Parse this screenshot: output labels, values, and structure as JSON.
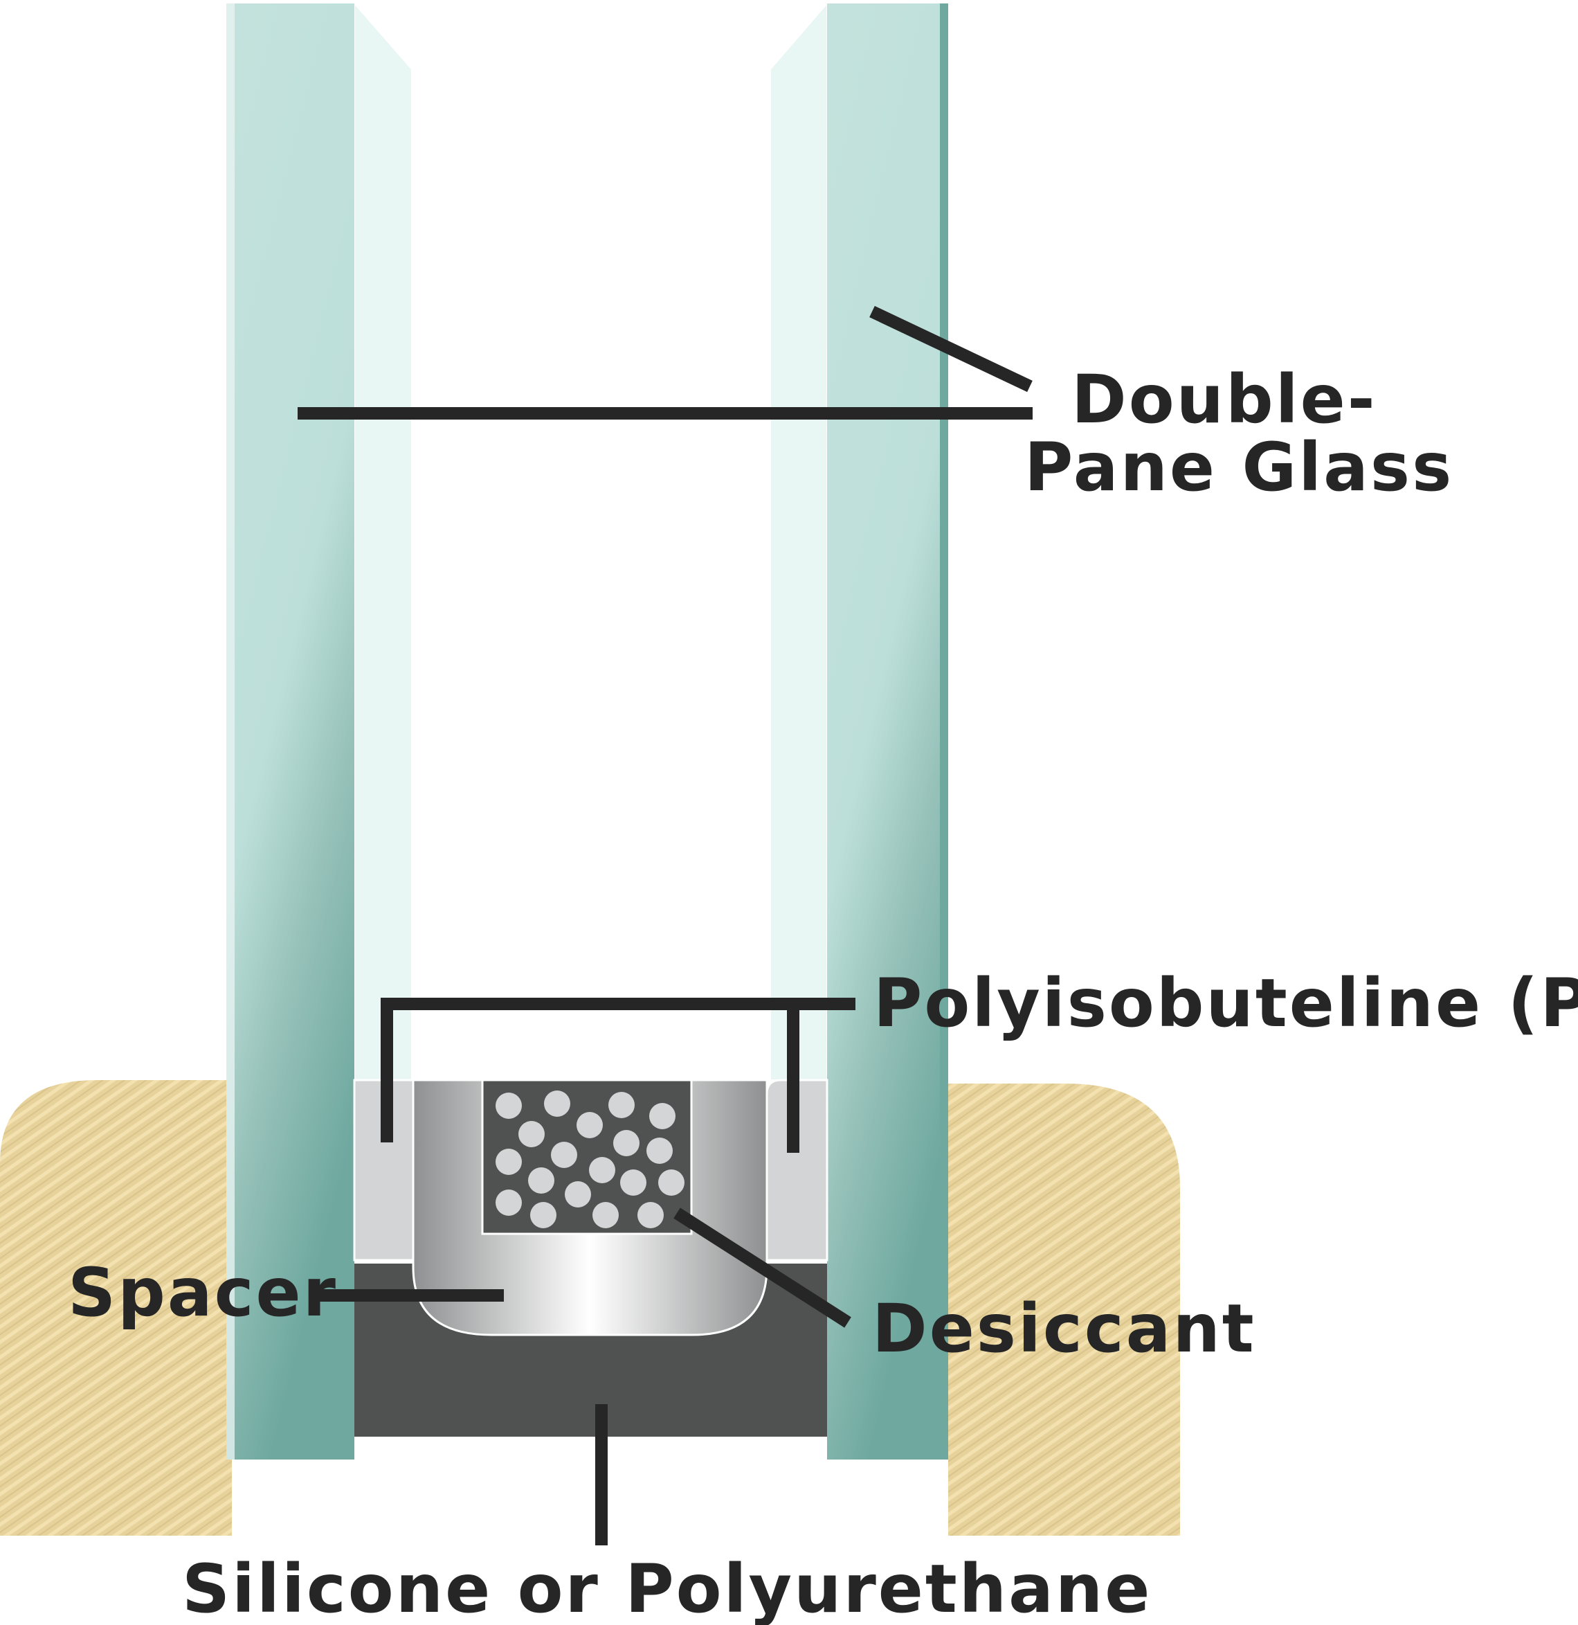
{
  "labels": {
    "glass_line1": "Double-",
    "glass_line2": "Pane Glass",
    "pib": "Polyisobuteline (PIB)",
    "spacer": "Spacer",
    "desiccant": "Desiccant",
    "sealant": "Silicone or Polyurethane"
  },
  "colors": {
    "glass_light": "#c4e2dd",
    "glass_dark": "#6ea89f",
    "glass_edge": "#e8f6f4",
    "frame": "#e7d29b",
    "frame_hatch": "#f3e2b0",
    "pib": "#d3d4d5",
    "spacer_metal": "#b3b4b5",
    "desiccant_bg": "#505251",
    "desiccant_bead": "#d4d5d6",
    "sealant": "#505251",
    "leader": "#262626"
  }
}
